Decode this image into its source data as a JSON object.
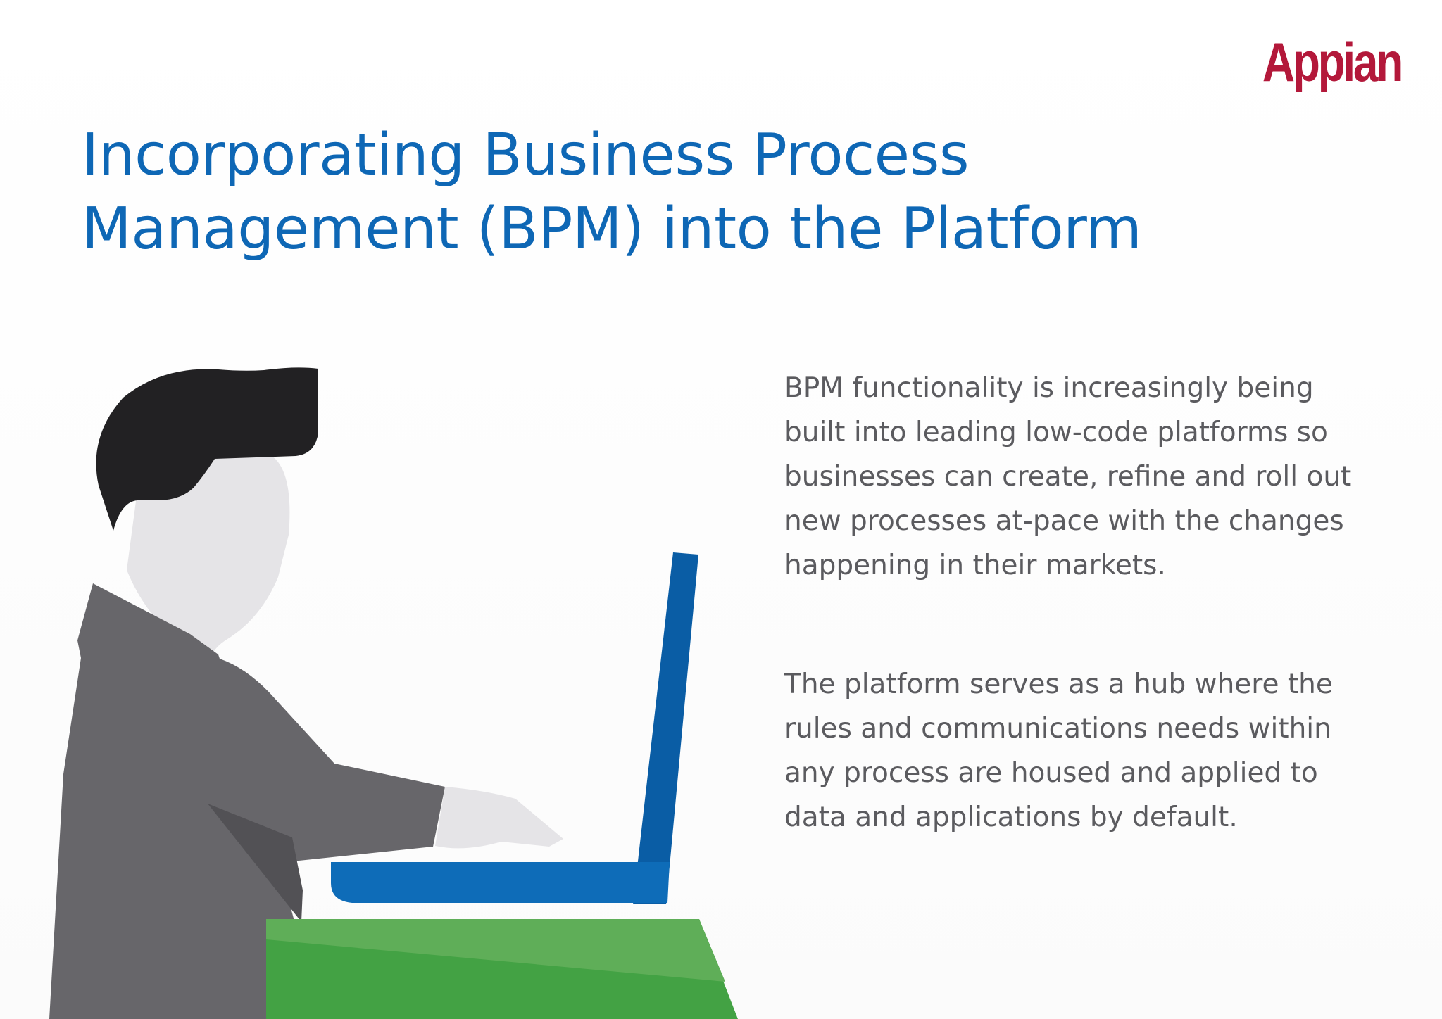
{
  "brand": {
    "logo_text": "Appian",
    "logo_color": "#b3183a"
  },
  "title": {
    "lines": [
      "Incorporating Business Process",
      "Management (BPM) into the Platform"
    ],
    "color": "#0e67b5"
  },
  "paragraphs": [
    {
      "lines": [
        "BPM functionality is increasingly being",
        "built into leading low-code platforms so",
        "businesses can create, refine and roll out",
        "new processes at-pace with the changes",
        "happening in their markets."
      ]
    },
    {
      "lines": [
        "The platform serves as a hub where the",
        "rules and communications needs within",
        "any process are housed and applied to",
        "data and applications by default."
      ]
    }
  ],
  "illustration": {
    "subject": "person-typing-on-laptop",
    "colors": {
      "hair": "#222123",
      "skin": "#e5e4e7",
      "shirt": "#67666a",
      "shirt_shadow": "#525155",
      "laptop_screen": "#0a5da5",
      "laptop_base": "#0e6cb8",
      "desk": "#43a244",
      "desk_highlight": "#5fae58"
    }
  }
}
